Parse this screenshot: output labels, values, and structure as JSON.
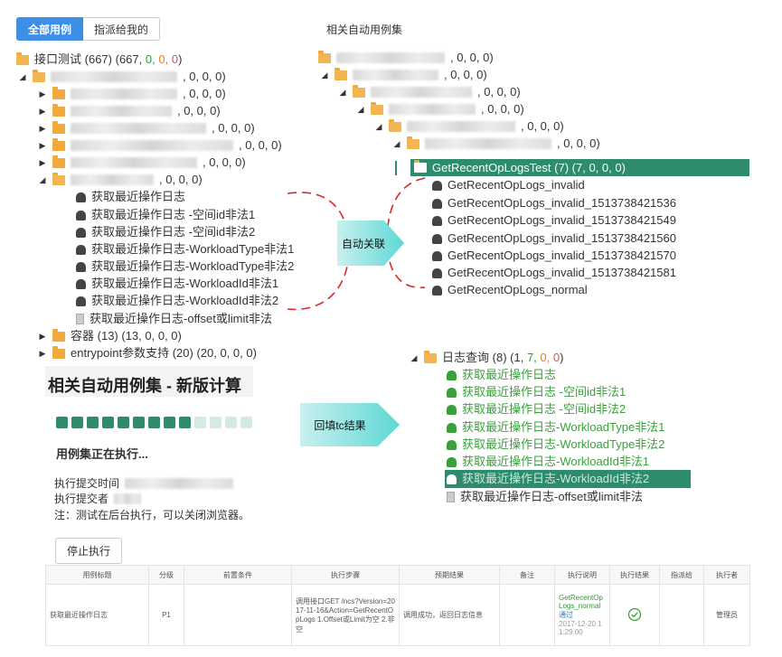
{
  "tabs": {
    "all": "全部用例",
    "assigned": "指派给我的"
  },
  "left_tree": {
    "root_label": "接口测试",
    "root_count": "(667)",
    "root_stats_open": "(667,",
    "folder_children": [
      {
        "stats_open": ", 0, 0, 0)"
      },
      {
        "stats_open": ", 0, 0, 0)"
      },
      {
        "stats_open": ", 0, 0, 0)"
      },
      {
        "stats_open": ", 0, 0, 0)"
      },
      {
        "stats_open": ", 0, 0, 0)"
      },
      {
        "stats_open": ", 0, 0, 0)"
      }
    ],
    "sub_root_stats": ", 0, 0, 0)",
    "log_folder_stats": ", 0, 0, 0)",
    "cases": [
      "获取最近操作日志",
      "获取最近操作日志 -空间id非法1",
      "获取最近操作日志 -空间id非法2",
      "获取最近操作日志-WorkloadType非法1",
      "获取最近操作日志-WorkloadType非法2",
      "获取最近操作日志-WorkloadId非法1",
      "获取最近操作日志-WorkloadId非法2",
      "获取最近操作日志-offset或limit非法"
    ],
    "container_label": "容器",
    "container_stats": "(13) (13, 0, 0, 0)",
    "entry_label": "entrypoint参数支持",
    "entry_stats": "(20) (20, 0, 0, 0)"
  },
  "right_tree": {
    "heading": "相关自动用例集",
    "folder_stats": ", 0, 0, 0)",
    "selected_label": "GetRecentOpLogsTest",
    "selected_stats": "(7) (7, 0, 0, 0)",
    "cases": [
      "GetRecentOpLogs_invalid",
      "GetRecentOpLogs_invalid_1513738421536",
      "GetRecentOpLogs_invalid_1513738421549",
      "GetRecentOpLogs_invalid_1513738421560",
      "GetRecentOpLogs_invalid_1513738421570",
      "GetRecentOpLogs_invalid_1513738421581",
      "GetRecentOpLogs_normal"
    ]
  },
  "arrows": {
    "auto_link": "自动关联",
    "backfill": "回填tc结果"
  },
  "run_panel": {
    "title": "相关自动用例集 - 新版计算",
    "progress_done": 9,
    "progress_total": 13,
    "status": "用例集正在执行...",
    "submit_time_label": "执行提交时间",
    "submitter_label": "执行提交者",
    "note": "注：测试在后台执行，可以关闭浏览器。",
    "stop_button": "停止执行"
  },
  "log_tree": {
    "label": "日志查询",
    "count": "(8)",
    "stats": "(1, 7, 0, 0)",
    "cases": [
      "获取最近操作日志",
      "获取最近操作日志 -空间id非法1",
      "获取最近操作日志 -空间id非法2",
      "获取最近操作日志-WorkloadType非法1",
      "获取最近操作日志-WorkloadType非法2",
      "获取最近操作日志-WorkloadId非法1",
      "获取最近操作日志-WorkloadId非法2",
      "获取最近操作日志-offset或limit非法"
    ]
  },
  "result_table": {
    "headers": [
      "用例标题",
      "分级",
      "前置条件",
      "执行步骤",
      "预期结果",
      "备注",
      "执行说明",
      "执行结果",
      "指派给",
      "执行者"
    ],
    "row": {
      "title": "获取最近操作日志",
      "level": "P1",
      "precondition": "",
      "steps": "调用接口GET /ncs?Version=2017-11-16&Action=GetRecentOpLogs 1.Offset或Limit为空 2.非空",
      "expected": "调用成功，返回日志信息",
      "note": "",
      "exec_desc_link": "GetRecentOpLogs_normal",
      "exec_desc_status": "通过",
      "exec_desc_time": "2017-12-20 11:29:00",
      "assignee": "",
      "executor": "管理员"
    }
  },
  "colors": {
    "highlight": "#2e8b6e",
    "green": "#3aa13a",
    "tab_active": "#3d8ee6",
    "dashed": "#d9262b"
  }
}
